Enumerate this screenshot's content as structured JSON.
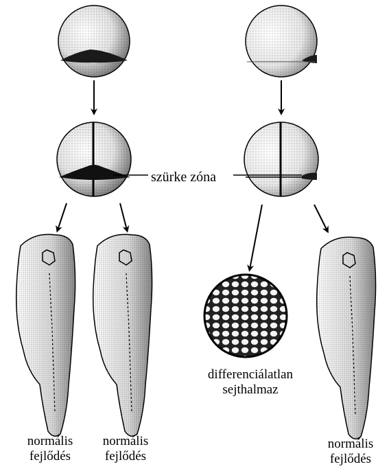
{
  "labels": {
    "grey_zone": "szürke zóna",
    "undifferentiated_line1": "differenciálatlan",
    "undifferentiated_line2": "sejthalmaz",
    "normal_line1": "normális",
    "normal_line2": "fejlődés"
  },
  "colors": {
    "ink": "#000000",
    "background": "#ffffff"
  }
}
